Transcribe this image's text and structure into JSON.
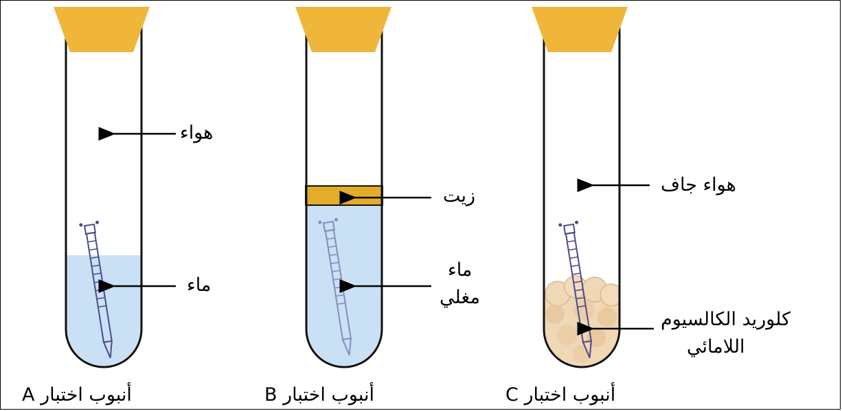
{
  "tubes": [
    {
      "id": "A",
      "caption": "أنبوب اختبار A",
      "labels": {
        "air": "هواء",
        "water": "ماء"
      }
    },
    {
      "id": "B",
      "caption": "أنبوب اختبار B",
      "labels": {
        "oil": "زيت",
        "boiled_water_line1": "ماء",
        "boiled_water_line2": "مغلي"
      }
    },
    {
      "id": "C",
      "caption": "أنبوب اختبار C",
      "labels": {
        "dry_air": "هواء جاف",
        "cacl2_line1": "كلوريد الكالسيوم",
        "cacl2_line2": "اللامائي"
      }
    }
  ],
  "colors": {
    "stopper": "#f0b63a",
    "water": "#c9e0f5",
    "oil": "#e3ad2a",
    "calcium_chloride": "#f0d7b5",
    "nail": "#4a4a8a"
  }
}
